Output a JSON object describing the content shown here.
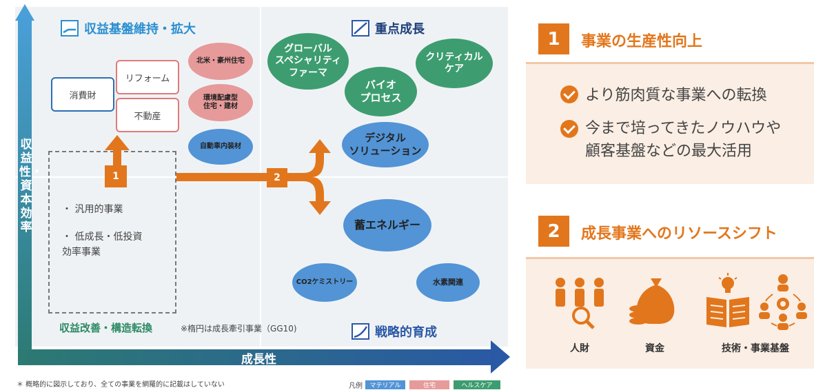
{
  "chart": {
    "vertical_axis": "収益性・資本効率",
    "horizontal_axis": "成長性",
    "quadrants": {
      "top_left": "収益基盤維持・拡大",
      "top_right": "重点成長",
      "bottom_left": "収益改善・構造転換",
      "bottom_right": "戦略的育成"
    },
    "note_ellipse": "※楕円は成長牽引事業（GG10)",
    "boxes": {
      "consumer": "消費財",
      "reform": "リフォーム",
      "realestate": "不動産"
    },
    "ellipses": {
      "na_housing": "北米・豪州住宅",
      "eco_housing": "環境配慮型\n住宅・建材",
      "auto_interior": "自動車内装材",
      "global_pharma": "グローバル\nスペシャリティ\nファーマ",
      "critical_care": "クリティカル\nケア",
      "bioprocess": "バイオ\nプロセス",
      "digital": "デジタル\nソリューション",
      "energy_storage": "蓄エネルギー",
      "co2": "CO2ケミストリー",
      "hydrogen": "水素関連"
    },
    "dashed_box": {
      "item1": "・ 汎用的事業",
      "item2": "・ 低成長・低投資\n   効率事業"
    },
    "arrow_badges": {
      "one": "1",
      "two": "2"
    },
    "footnote": "＊ 概略的に図示しており、全ての事業を網羅的に記載はしていない",
    "legend": {
      "label": "凡例",
      "material": "マテリアル",
      "housing": "住宅",
      "healthcare": "ヘルスケア"
    }
  },
  "colors": {
    "accent_orange": "#e2761c",
    "material_blue": "#5294d6",
    "housing_pink": "#e69a99",
    "healthcare_green": "#3d9d70"
  },
  "panel1": {
    "number": "1",
    "title": "事業の生産性向上",
    "items": [
      "より筋肉質な事業への転換",
      "今まで培ってきたノウハウや\n顧客基盤などの最大活用"
    ]
  },
  "panel2": {
    "number": "2",
    "title": "成長事業へのリソースシフト",
    "resources": [
      "人財",
      "資金",
      "技術・事業基盤"
    ],
    "icons": [
      "people-search-icon",
      "money-bag-coins-icon",
      "book-idea-icon",
      "network-people-icon"
    ]
  }
}
